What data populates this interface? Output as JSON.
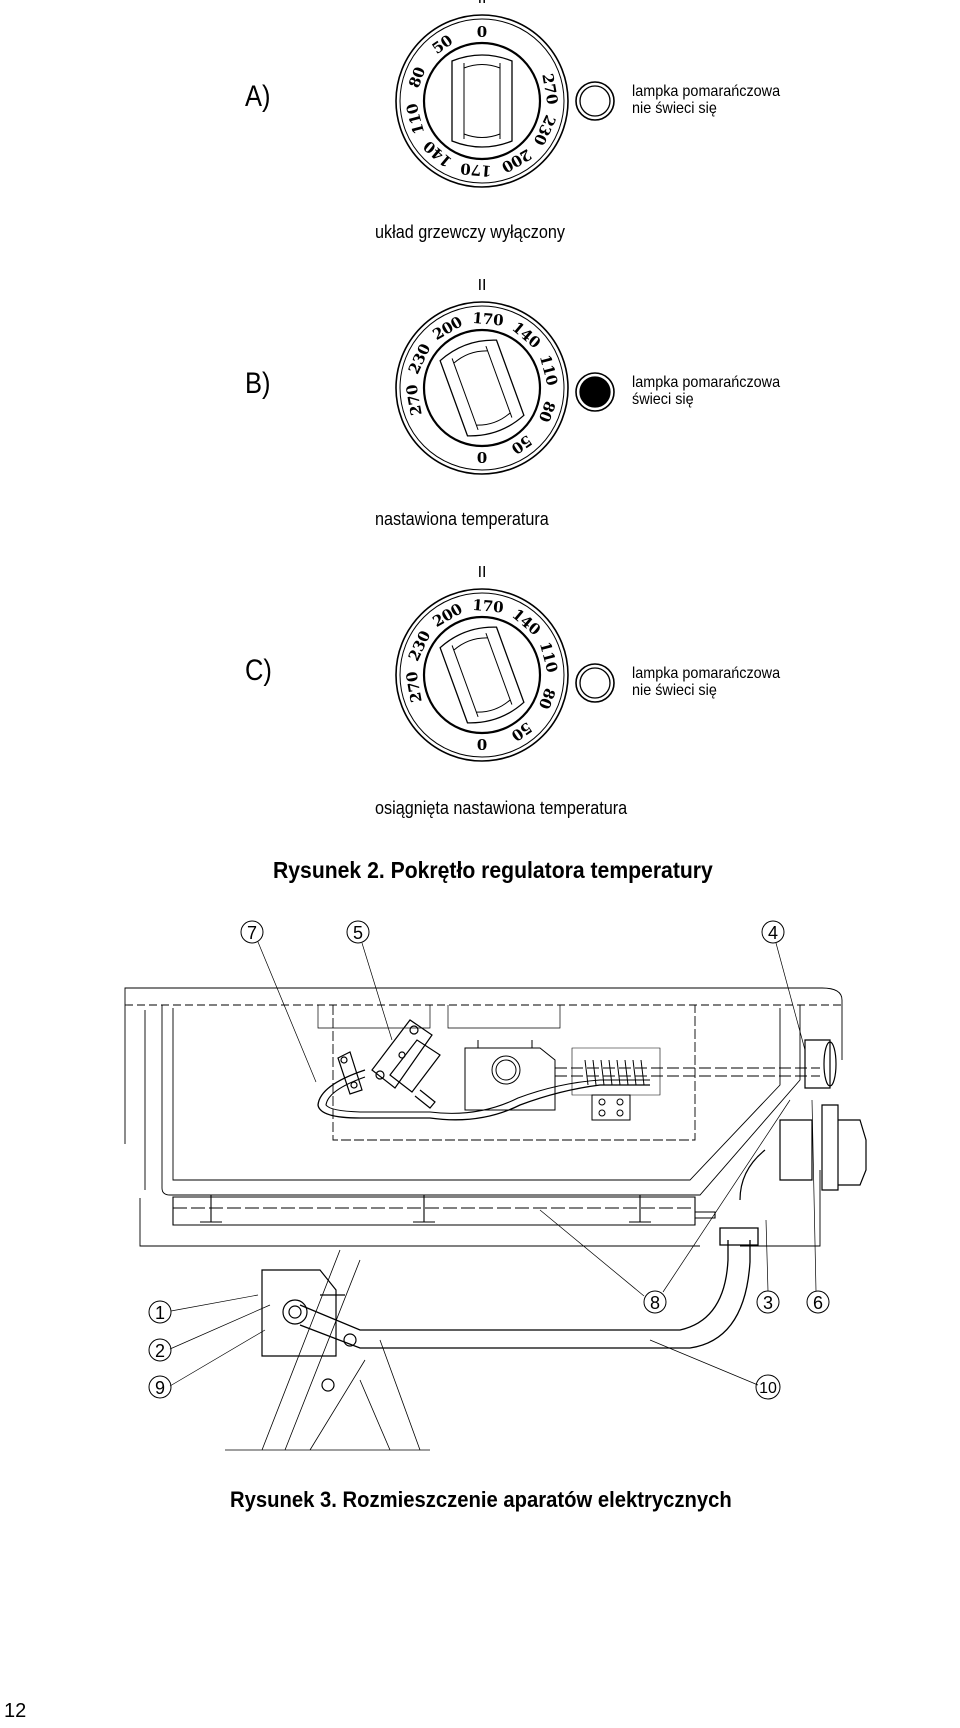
{
  "figure2": {
    "title": "Rysunek 2. Pokrętło regulatora temperatury",
    "dial_marks": [
      "0",
      "50",
      "80",
      "110",
      "140",
      "170",
      "200",
      "230",
      "270"
    ],
    "top_mark": "II",
    "panels": [
      {
        "letter": "A)",
        "lamp_label_1": "lampka pomarańczowa",
        "lamp_label_2": "nie świeci się",
        "caption": "układ grzewczy wyłączony",
        "lamp_on": false,
        "dial_rotation_deg": 0
      },
      {
        "letter": "B)",
        "lamp_label_1": "lampka pomarańczowa",
        "lamp_label_2": "świeci się",
        "caption": "nastawiona temperatura",
        "lamp_on": true,
        "dial_rotation_deg": 180
      },
      {
        "letter": "C)",
        "lamp_label_1": "lampka pomarańczowa",
        "lamp_label_2": "nie świeci się",
        "caption": "osiągnięta nastawiona temperatura",
        "lamp_on": false,
        "dial_rotation_deg": 180
      }
    ]
  },
  "figure3": {
    "title": "Rysunek 3. Rozmieszczenie aparatów elektrycznych",
    "callouts": [
      "7",
      "5",
      "4",
      "1",
      "2",
      "9",
      "8",
      "3",
      "6",
      "10"
    ]
  },
  "page_number": "12"
}
